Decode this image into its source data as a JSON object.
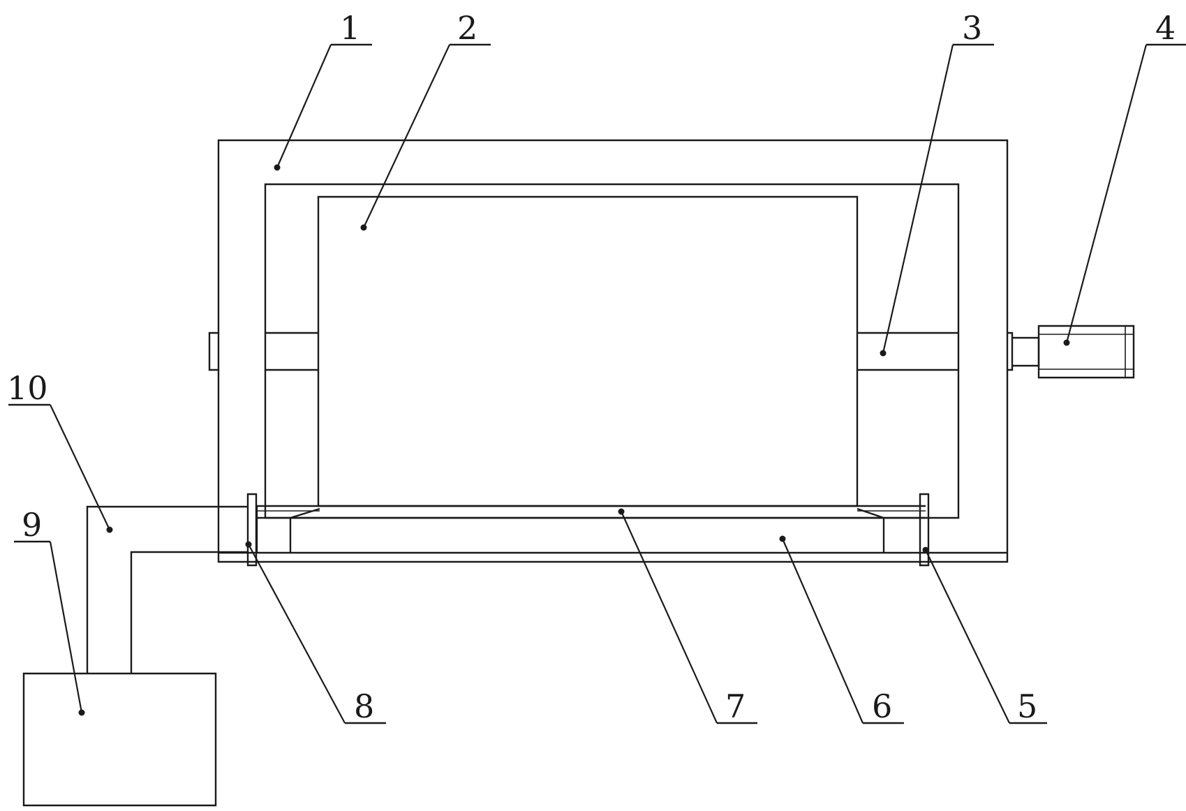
{
  "diagram": {
    "line_color": "#1a1a1a",
    "background": "#ffffff",
    "callouts": [
      {
        "id": "1",
        "text": "1"
      },
      {
        "id": "2",
        "text": "2"
      },
      {
        "id": "3",
        "text": "3"
      },
      {
        "id": "4",
        "text": "4"
      },
      {
        "id": "5",
        "text": "5"
      },
      {
        "id": "6",
        "text": "6"
      },
      {
        "id": "7",
        "text": "7"
      },
      {
        "id": "8",
        "text": "8"
      },
      {
        "id": "9",
        "text": "9"
      },
      {
        "id": "10",
        "text": "10"
      }
    ]
  }
}
